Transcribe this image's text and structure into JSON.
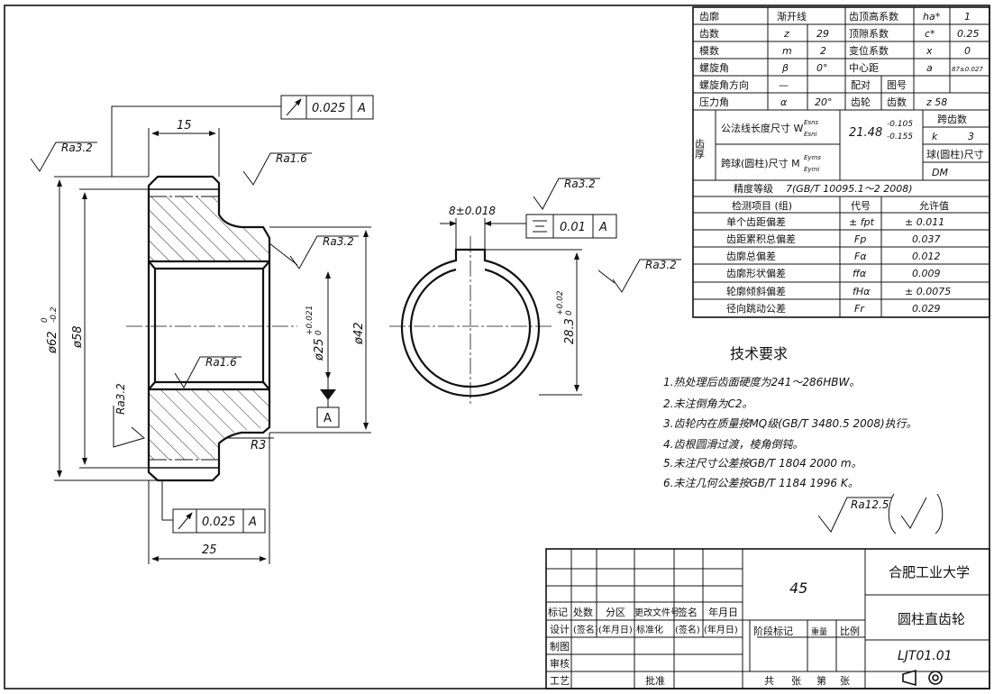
{
  "dims": {
    "w15": "15",
    "w25": "25",
    "d62": "ø62",
    "d62_up": "0",
    "d62_lo": "-0.2",
    "d58": "ø58",
    "d25": "ø25",
    "d25_up": "+0.021",
    "d25_lo": "0",
    "d42": "ø42",
    "key_w": "8±0.018",
    "key_h": "28.3",
    "key_h_up": "+0.02",
    "key_h_lo": "0",
    "r3": "R3",
    "datum": "A"
  },
  "roughness": {
    "ra32": "Ra3.2",
    "ra16": "Ra1.6",
    "ra125": "Ra12.5"
  },
  "tolerance": {
    "runout_top": "0.025",
    "runout_bottom": "0.025",
    "sym": "0.01",
    "ref": "A"
  },
  "params": {
    "rows": [
      [
        "齿廓",
        "",
        "渐开线",
        "",
        "齿顶高系数",
        "ha*",
        "1"
      ],
      [
        "齿数",
        "z",
        "29",
        "",
        "顶隙系数",
        "c*",
        "0.25"
      ],
      [
        "模数",
        "m",
        "2",
        "",
        "变位系数",
        "x",
        "0"
      ],
      [
        "螺旋角",
        "β",
        "0°",
        "",
        "中心距",
        "a",
        "87±0.027"
      ],
      [
        "螺旋角方向",
        "",
        "—",
        "",
        "配对",
        "图号",
        ""
      ],
      [
        "压力角",
        "α",
        "20°",
        "",
        "齿轮",
        "齿数",
        "z 58"
      ]
    ],
    "tooth_label": "齿厚",
    "w_label": "公法线长度尺寸 W",
    "w_sub_up": "Esns",
    "w_sub_lo": "Esni",
    "w_val": "21.48",
    "w_up": "-0.105",
    "w_lo": "-0.155",
    "span_label": "跨齿数",
    "span_k": "k",
    "span_val": "3",
    "m_label": "跨球(圆柱)尺寸 M",
    "m_sub_up": "Eyms",
    "m_sub_lo": "Eymi",
    "ball_label": "球(圆柱)尺寸",
    "ball_sym": "DM",
    "precision_label": "精度等级",
    "precision_val": "7(GB/T 10095.1～2  2008)",
    "insp_head": "检测项目 (组)",
    "code_head": "代号",
    "allow_head": "允许值",
    "inspections": [
      {
        "name": "单个齿距偏差",
        "code": "± fpt",
        "val": "± 0.011"
      },
      {
        "name": "齿距累积总偏差",
        "code": "Fp",
        "val": "0.037"
      },
      {
        "name": "齿廓总偏差",
        "code": "Fα",
        "val": "0.012"
      },
      {
        "name": "齿廓形状偏差",
        "code": "ffα",
        "val": "0.009"
      },
      {
        "name": "轮廓倾斜偏差",
        "code": "fHα",
        "val": "± 0.0075"
      },
      {
        "name": "径向跳动公差",
        "code": "Fr",
        "val": "0.029"
      }
    ]
  },
  "notes": {
    "title": "技术要求",
    "items": [
      "1.热处理后齿面硬度为241～286HBW。",
      "2.未注倒角为C2。",
      "3.齿轮内在质量按MQ级(GB/T 3480.5  2008)执行。",
      "4.齿根圆滑过渡，棱角倒钝。",
      "5.未注尺寸公差按GB/T 1804  2000 m。",
      "6.未注几何公差按GB/T 1184  1996 K。"
    ]
  },
  "title_block": {
    "material": "45",
    "school": "合肥工业大学",
    "part_name": "圆柱直齿轮",
    "drawing_no": "LJT01.01",
    "hdr": [
      "标记",
      "处数",
      "分区",
      "更改文件号",
      "签名",
      "年月日"
    ],
    "design": [
      "设计",
      "(签名)",
      "(年月日)",
      "标准化",
      "(签名)",
      "(年月日)"
    ],
    "stage": "阶段标记",
    "weight": "重量",
    "scale": "比例",
    "draw": "制图",
    "review": "审核",
    "craft": "工艺",
    "approve": "批准",
    "total": "共",
    "sheet_unit": "张",
    "sheet_no": "第"
  }
}
